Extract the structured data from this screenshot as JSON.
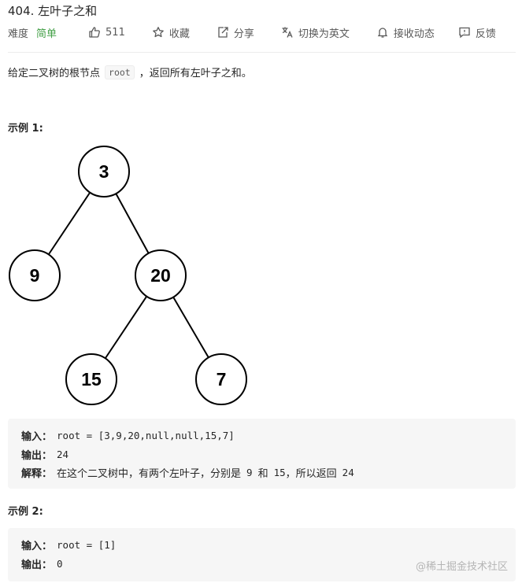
{
  "problem": {
    "title": "404. 左叶子之和"
  },
  "meta": {
    "difficulty_label": "难度",
    "difficulty_value": "简单",
    "likes": "511",
    "favorite": "收藏",
    "share": "分享",
    "switch_lang": "切换为英文",
    "notifications": "接收动态",
    "feedback": "反馈",
    "icons": [
      "thumbs-up-icon",
      "star-icon",
      "share-icon",
      "translate-icon",
      "bell-icon",
      "feedback-icon"
    ],
    "accent_color": "#43a047"
  },
  "description": {
    "before": "给定二叉树的根节点",
    "code": "root",
    "after": "，返回所有左叶子之和。"
  },
  "example1": {
    "title": "示例 1:",
    "tree": {
      "nodes": [
        {
          "id": "n3",
          "label": "3"
        },
        {
          "id": "n9",
          "label": "9"
        },
        {
          "id": "n20",
          "label": "20"
        },
        {
          "id": "n15",
          "label": "15"
        },
        {
          "id": "n7",
          "label": "7"
        }
      ],
      "edges": [
        [
          "n3",
          "n9"
        ],
        [
          "n3",
          "n20"
        ],
        [
          "n20",
          "n15"
        ],
        [
          "n20",
          "n7"
        ]
      ]
    },
    "input_label": "输入",
    "input_value": "root = [3,9,20,null,null,15,7]",
    "output_label": "输出",
    "output_value": "24",
    "explain_label": "解释",
    "explain_text1": "在这个二叉树中，有两个左叶子，分别是",
    "explain_v1": "9",
    "explain_and": "和",
    "explain_v2": "15",
    "explain_text2": "，所以返回",
    "explain_v3": "24"
  },
  "example2": {
    "title": "示例 2:",
    "input_label": "输入",
    "input_value": "root = [1]",
    "output_label": "输出",
    "output_value": "0"
  },
  "watermark": "@稀土掘金技术社区"
}
